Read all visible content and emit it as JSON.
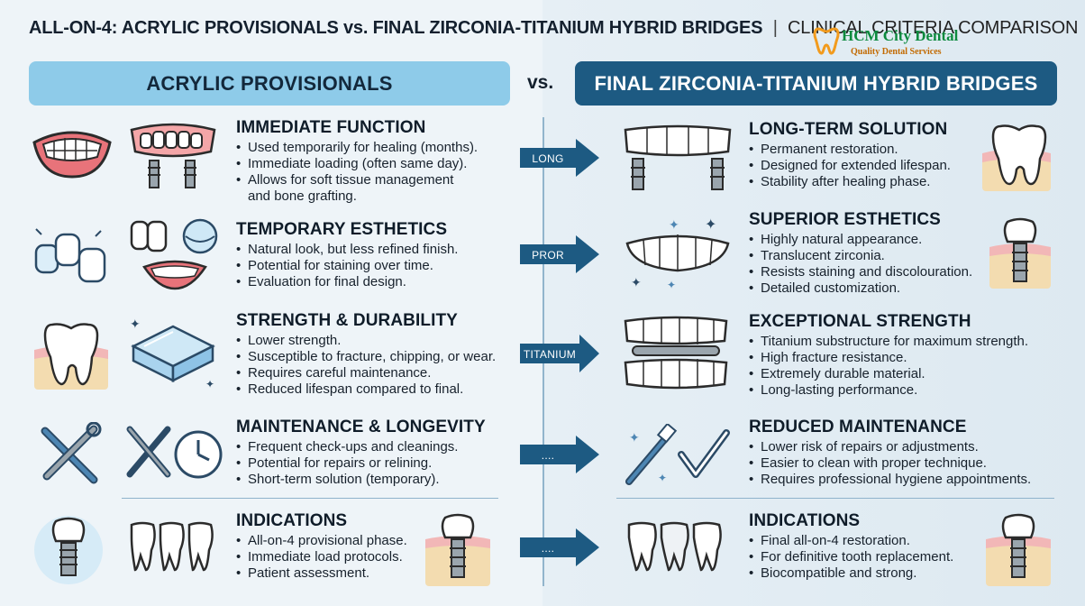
{
  "header": {
    "title_main": "ALL-ON-4: ACRYLIC PROVISIONALS",
    "title_vs": "vs.",
    "title_final": "FINAL ZIRCONIA-TITANIUM HYBRID BRIDGES",
    "title_separator": "|",
    "title_sub": "CLINICAL CRITERIA COMPARISON"
  },
  "logo": {
    "brand": "HCM City Dental",
    "tagline": "Quality Dental Services"
  },
  "columns": {
    "left_title": "ACRYLIC PROVISIONALS",
    "vs": "vs.",
    "right_title": "FINAL ZIRCONIA-TITANIUM HYBRID BRIDGES"
  },
  "left_sections": [
    {
      "heading": "IMMEDIATE FUNCTION",
      "bullets": [
        "Used temporarily for healing (months).",
        "Immediate loading (often same day).",
        "Allows for soft tissue management"
      ],
      "continuation": "and bone grafting."
    },
    {
      "heading": "TEMPORARY ESTHETICS",
      "bullets": [
        "Natural look, but less refined finish.",
        "Potential for staining over time.",
        "Evaluation for final design."
      ]
    },
    {
      "heading": "STRENGTH & DURABILITY",
      "bullets": [
        "Lower strength.",
        "Susceptible to fracture, chipping, or wear.",
        "Requires careful maintenance.",
        "Reduced lifespan compared to final."
      ]
    },
    {
      "heading": "MAINTENANCE & LONGEVITY",
      "bullets": [
        "Frequent check-ups and cleanings.",
        "Potential for repairs or relining.",
        "Short-term solution (temporary)."
      ]
    },
    {
      "heading": "INDICATIONS",
      "bullets": [
        "All-on-4 provisional phase.",
        "Immediate load protocols.",
        "Patient assessment."
      ]
    }
  ],
  "right_sections": [
    {
      "heading": "LONG-TERM SOLUTION",
      "bullets": [
        "Permanent restoration.",
        "Designed for extended lifespan.",
        "Stability after healing phase."
      ]
    },
    {
      "heading": "SUPERIOR ESTHETICS",
      "bullets": [
        "Highly natural appearance.",
        "Translucent zirconia.",
        "Resists staining and discolouration.",
        "Detailed customization."
      ]
    },
    {
      "heading": "EXCEPTIONAL STRENGTH",
      "bullets": [
        "Titanium substructure for maximum strength.",
        "High fracture resistance.",
        "Extremely durable material.",
        "Long-lasting performance."
      ]
    },
    {
      "heading": "REDUCED MAINTENANCE",
      "bullets": [
        "Lower risk of repairs or adjustments.",
        "Easier to clean with proper technique.",
        "Requires professional hygiene appointments."
      ]
    },
    {
      "heading": "INDICATIONS",
      "bullets": [
        "Final all-on-4 restoration.",
        "For definitive tooth replacement.",
        "Biocompatible and strong."
      ]
    }
  ],
  "arrows": [
    "LONG",
    "PROR",
    "TITANIUM",
    "....",
    "...."
  ],
  "icons": {
    "left": [
      "smiling-mouth-icon",
      "denture-on-implants-icon",
      "crowded-teeth-icon",
      "smile-teeth-icon",
      "molar-in-gum-icon",
      "acrylic-block-icon",
      "wrench-screwdriver-icon",
      "tools-clock-icon",
      "implant-icon",
      "tooth-row-icon",
      "implant-in-bone-icon"
    ],
    "right": [
      "zirconia-bridge-icon",
      "tooth-in-gum-icon",
      "sparkling-teeth-arch-icon",
      "implant-crown-icon",
      "titanium-bar-bridge-icon",
      "toothbrush-check-icon",
      "tooth-row-icon",
      "implant-in-gum-icon"
    ]
  },
  "colors": {
    "left_pill": "#8ecbe9",
    "right_pill": "#1d5a82",
    "arrow": "#1d5a82",
    "gum": "#f2b7b7",
    "bone": "#f3dcb0"
  }
}
